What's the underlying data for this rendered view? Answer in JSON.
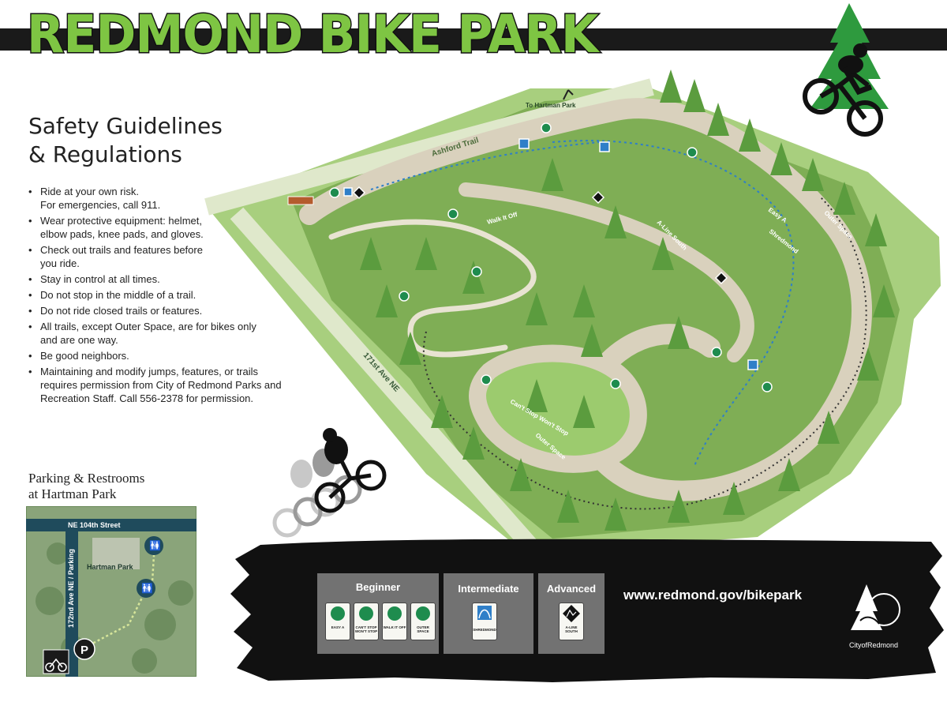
{
  "title": "REDMOND BIKE PARK",
  "safety": {
    "title_line1": "Safety Guidelines",
    "title_line2": "& Regulations",
    "rules": [
      [
        "Ride at your own risk.",
        "For emergencies, call 911."
      ],
      [
        "Wear protective equipment: helmet,",
        "elbow pads, knee pads, and gloves."
      ],
      [
        "Check out trails and features before",
        "you ride."
      ],
      [
        "Stay in control at all times."
      ],
      [
        "Do not stop in the middle of a trail."
      ],
      [
        "Do not ride closed trails or features."
      ],
      [
        "All trails, except Outer Space, are for bikes only",
        "and are one way."
      ],
      [
        "Be good neighbors."
      ],
      [
        "Maintaining and modify jumps, features, or trails",
        "requires permission from City of Redmond Parks and",
        "Recreation Staff. Call 556-2378 for permission."
      ]
    ]
  },
  "map": {
    "labels": {
      "to_hartman": "To Hartman Park",
      "ashford": "Ashford Trail",
      "ave171": "171st Ave NE",
      "walk_it_off": "Walk It Off",
      "aline_south": "A-Line South",
      "easy_a": "Easy A",
      "outer_space": "Outer Space",
      "shredmond": "Shredmond",
      "cant_stop": "Can't Stop Won't Stop",
      "outer_space_2": "Outer Space"
    },
    "colors": {
      "grass": "#a8cf7e",
      "park_green": "#7fae55",
      "dirt": "#d9d1bd",
      "trail_blue": "#2f7fc8",
      "beginner_green": "#1e8c4e"
    }
  },
  "parking": {
    "title_line1": "Parking & Restrooms",
    "title_line2": "at Hartman Park",
    "street_top": "NE  104th Street",
    "street_left": "172nd Ave NE / Parking",
    "park": "Hartman Park"
  },
  "legend": {
    "beginner": "Beginner",
    "intermediate": "Intermediate",
    "advanced": "Advanced",
    "beginner_trails": [
      "EASY A",
      "CAN'T STOP WON'T STOP",
      "WALK IT OFF",
      "OUTER SPACE"
    ],
    "intermediate_trails": [
      "SHREDMOND"
    ],
    "advanced_trails": [
      "A-LINE SOUTH"
    ]
  },
  "url": "www.redmond.gov/bikepark",
  "city": "CityofRedmond"
}
